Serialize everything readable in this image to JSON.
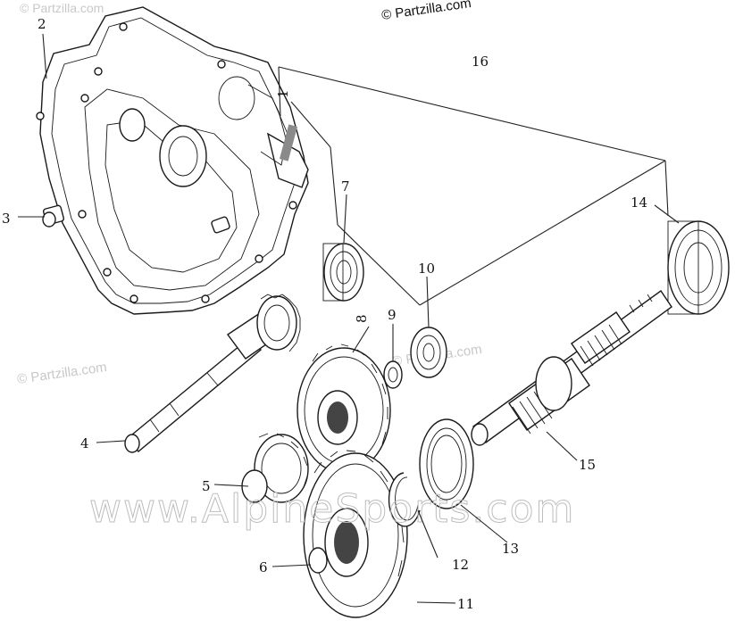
{
  "watermarks": {
    "copyright": "© Partzilla.com",
    "partzilla": "© Partzilla.com",
    "site": "www.AlpineSports.com"
  },
  "callouts": {
    "c1": "1",
    "c2": "2",
    "c3": "3",
    "c4": "4",
    "c5": "5",
    "c6": "6",
    "c7": "7",
    "c8": "8",
    "c9": "9",
    "c10": "10",
    "c11": "11",
    "c12": "12",
    "c13": "13",
    "c14": "14",
    "c15": "15",
    "c16": "16"
  }
}
